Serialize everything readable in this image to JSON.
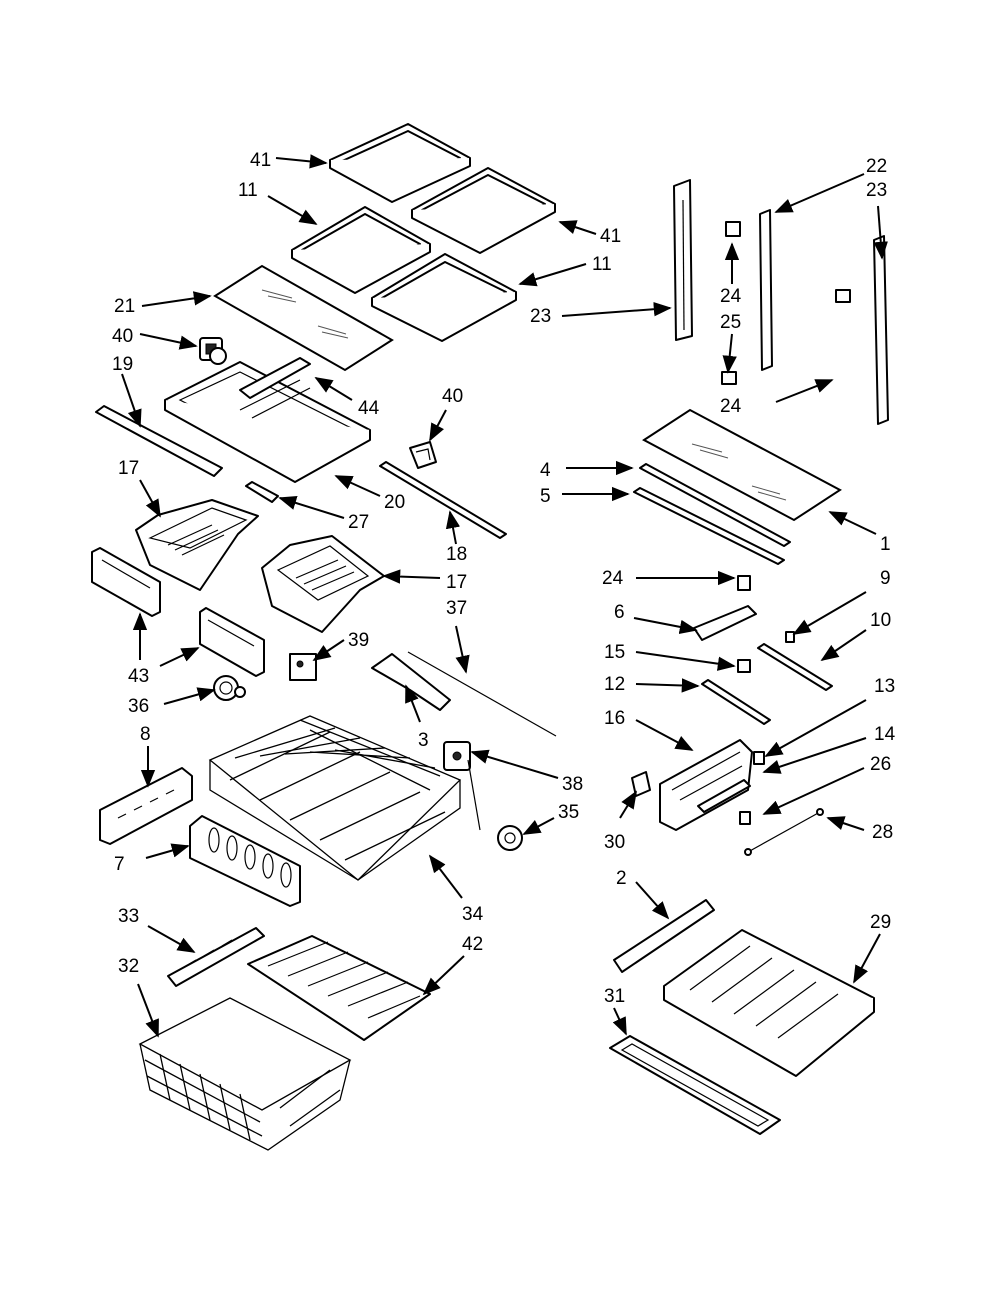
{
  "diagram": {
    "callouts": [
      {
        "id": "c41a",
        "label": "41"
      },
      {
        "id": "c11a",
        "label": "11"
      },
      {
        "id": "c41b",
        "label": "41"
      },
      {
        "id": "c11b",
        "label": "11"
      },
      {
        "id": "c21",
        "label": "21"
      },
      {
        "id": "c40a",
        "label": "40"
      },
      {
        "id": "c19",
        "label": "19"
      },
      {
        "id": "c44",
        "label": "44"
      },
      {
        "id": "c40b",
        "label": "40"
      },
      {
        "id": "c17a",
        "label": "17"
      },
      {
        "id": "c20",
        "label": "20"
      },
      {
        "id": "c27",
        "label": "27"
      },
      {
        "id": "c18",
        "label": "18"
      },
      {
        "id": "c17b",
        "label": "17"
      },
      {
        "id": "c37",
        "label": "37"
      },
      {
        "id": "c43",
        "label": "43"
      },
      {
        "id": "c39",
        "label": "39"
      },
      {
        "id": "c36",
        "label": "36"
      },
      {
        "id": "c3",
        "label": "3"
      },
      {
        "id": "c8",
        "label": "8"
      },
      {
        "id": "c38",
        "label": "38"
      },
      {
        "id": "c35",
        "label": "35"
      },
      {
        "id": "c7",
        "label": "7"
      },
      {
        "id": "c34",
        "label": "34"
      },
      {
        "id": "c33",
        "label": "33"
      },
      {
        "id": "c42",
        "label": "42"
      },
      {
        "id": "c32",
        "label": "32"
      },
      {
        "id": "c22",
        "label": "22"
      },
      {
        "id": "c23a",
        "label": "23"
      },
      {
        "id": "c24a",
        "label": "24"
      },
      {
        "id": "c25",
        "label": "25"
      },
      {
        "id": "c23b",
        "label": "23"
      },
      {
        "id": "c24b",
        "label": "24"
      },
      {
        "id": "c4",
        "label": "4"
      },
      {
        "id": "c5",
        "label": "5"
      },
      {
        "id": "c1",
        "label": "1"
      },
      {
        "id": "c24c",
        "label": "24"
      },
      {
        "id": "c9",
        "label": "9"
      },
      {
        "id": "c6",
        "label": "6"
      },
      {
        "id": "c10",
        "label": "10"
      },
      {
        "id": "c15",
        "label": "15"
      },
      {
        "id": "c12",
        "label": "12"
      },
      {
        "id": "c13",
        "label": "13"
      },
      {
        "id": "c16",
        "label": "16"
      },
      {
        "id": "c14",
        "label": "14"
      },
      {
        "id": "c26",
        "label": "26"
      },
      {
        "id": "c30",
        "label": "30"
      },
      {
        "id": "c28",
        "label": "28"
      },
      {
        "id": "c2",
        "label": "2"
      },
      {
        "id": "c29",
        "label": "29"
      },
      {
        "id": "c31",
        "label": "31"
      }
    ]
  }
}
